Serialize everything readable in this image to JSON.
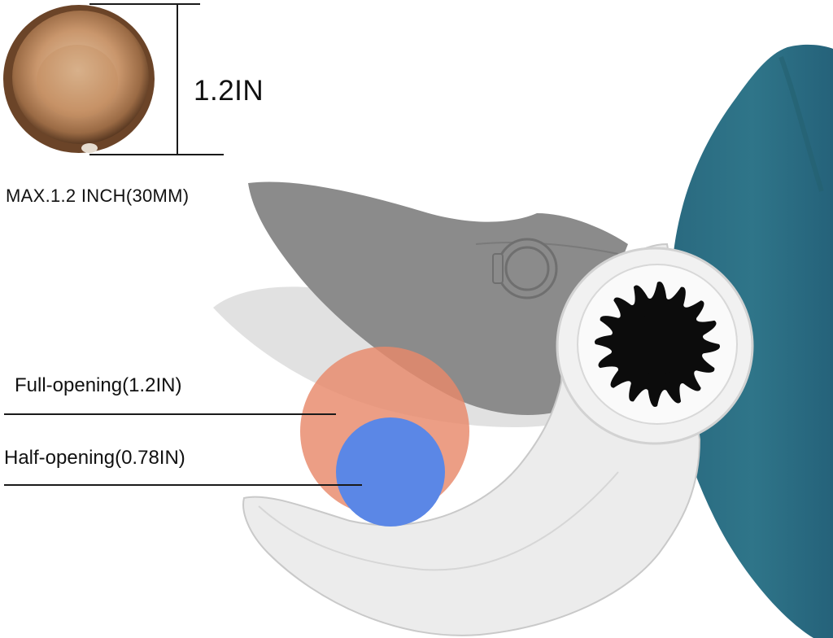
{
  "dimension": {
    "value_label": "1.2IN",
    "max_label": "MAX.1.2 INCH(30MM)"
  },
  "openings": {
    "full": {
      "label": "Full-opening(1.2IN)",
      "diameter_in": 1.2,
      "color": "#e8896a"
    },
    "half": {
      "label": "Half-opening(0.78IN)",
      "diameter_in": 0.78,
      "color": "#5b87e6"
    }
  },
  "colors": {
    "handle": "#2f7287",
    "upper_blade": "#8a8a8a",
    "ghost_blade": "#d9d9d9",
    "lower_blade": "#ececec",
    "branch_wood": "#b57a4e"
  },
  "icons": [
    "branch-cross-section-icon",
    "gear-hub-icon"
  ]
}
